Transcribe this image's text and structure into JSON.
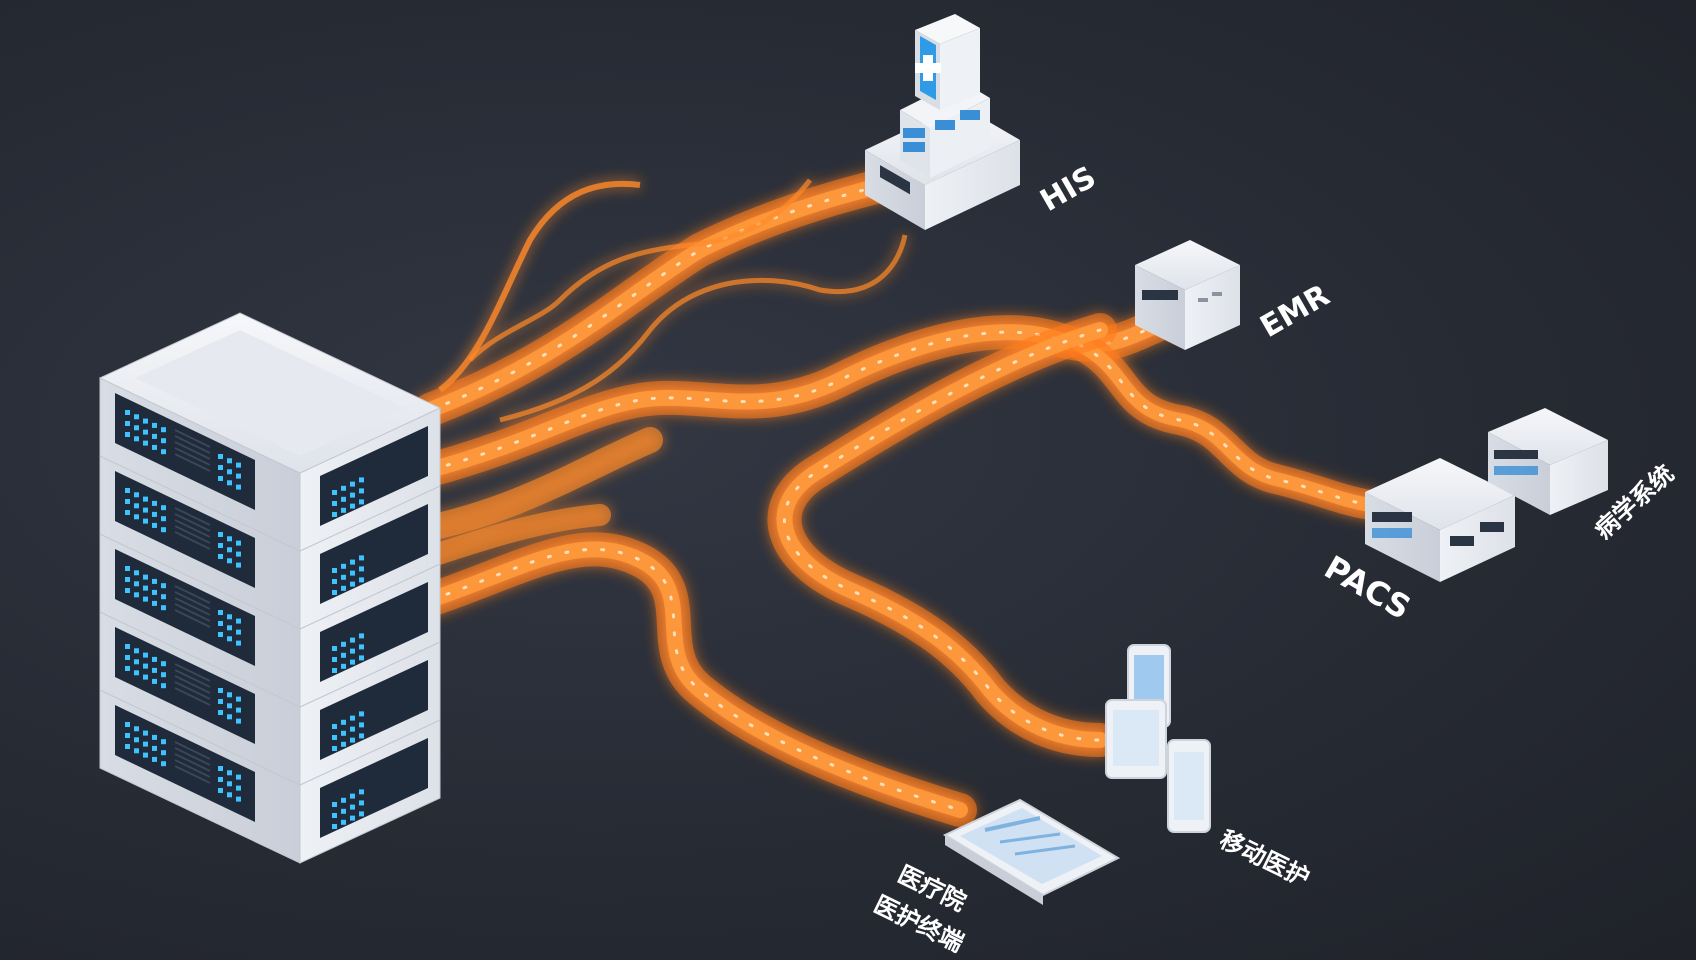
{
  "nodes": {
    "his": {
      "label": "HIS"
    },
    "emr": {
      "label": "EMR"
    },
    "pacs": {
      "label": "PACS"
    },
    "lab": {
      "label": "病学系统"
    },
    "mobile": {
      "label": "移动医护"
    },
    "terminal": {
      "label_line1": "医疗院",
      "label_line2": "医护终端"
    }
  },
  "colors": {
    "background": "#262a33",
    "flow": "#ff8a2a",
    "flow_core": "#ffd9a8",
    "server_body": "#e9ecf1",
    "server_panel": "#1f2a3a",
    "led": "#3fc3ff"
  },
  "icons": {
    "server": "server-rack-icon",
    "his": "medical-workstation-icon",
    "mobile": "smartphone-tablet-icon",
    "terminal": "tablet-terminal-icon"
  }
}
